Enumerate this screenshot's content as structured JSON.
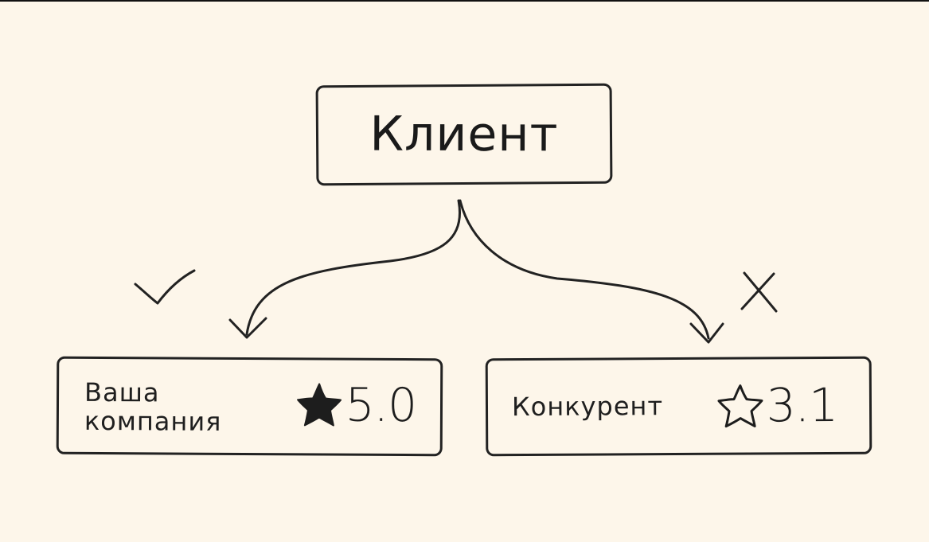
{
  "diagram": {
    "root": {
      "label": "Клиент"
    },
    "company": {
      "label_line1": "Ваша",
      "label_line2": "компания",
      "rating": "5.0",
      "star_icon": "filled-star-icon",
      "mark_icon": "checkmark-icon"
    },
    "competitor": {
      "label": "Конкурент",
      "rating": "3.1",
      "star_icon": "outline-star-icon",
      "mark_icon": "cross-icon"
    },
    "colors": {
      "background": "#fdf6ea",
      "ink": "#1d1d1d"
    }
  }
}
